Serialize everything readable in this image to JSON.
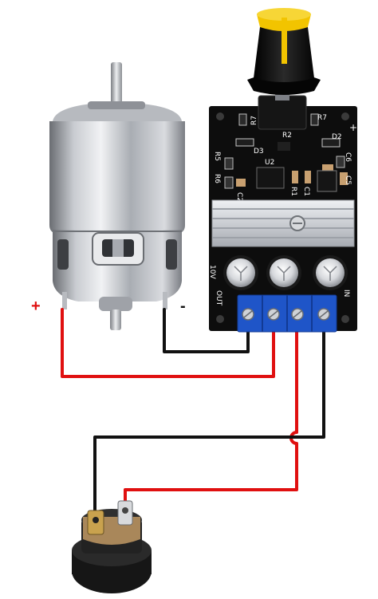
{
  "motor": {
    "plus_label": "+",
    "minus_label": "-"
  },
  "pwm_board": {
    "silkscreen": {
      "r7a": "R7",
      "r7b": "R7",
      "d3": "D3",
      "r2": "R2",
      "d2": "D2",
      "r5": "R5",
      "u2": "U2",
      "c6": "C6",
      "r6": "R6",
      "c2": "C2",
      "r1": "R1",
      "c1": "C1",
      "c5": "C5",
      "v_rating": "10V",
      "out": "OUT",
      "in": "IN",
      "plus": "+"
    },
    "colors": {
      "pcb": "#0d0d0d",
      "terminal": "#1f55c8",
      "knob_cap": "#f2c400",
      "heatsink": "#c9ccd2"
    }
  },
  "wires": {
    "colors": {
      "positive": "#e01010",
      "negative": "#111111"
    }
  }
}
